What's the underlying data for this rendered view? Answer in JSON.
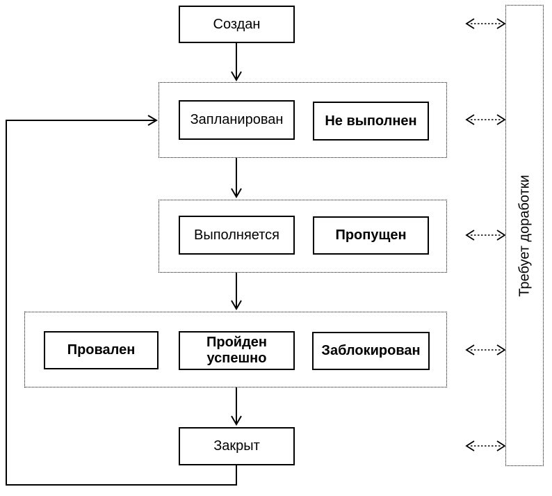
{
  "nodes": {
    "created": {
      "label": "Создан"
    },
    "planned": {
      "label": "Запланирован"
    },
    "not_executed": {
      "label": "Не выполнен"
    },
    "executing": {
      "label": "Выполняется"
    },
    "skipped": {
      "label": "Пропущен"
    },
    "failed": {
      "label": "Провален"
    },
    "passed": {
      "label": "Пройден успешно"
    },
    "blocked": {
      "label": "Заблокирован"
    },
    "closed": {
      "label": "Закрыт"
    }
  },
  "rework_panel": {
    "label": "Требует доработки"
  },
  "connector_icons": {
    "flow_arrow": "open-v-arrowhead-line",
    "rework_arrow": "dashed-double-headed-arrow"
  },
  "colors": {
    "line": "#000000",
    "box_border": "#000000",
    "background": "#ffffff",
    "text": "#000000"
  }
}
